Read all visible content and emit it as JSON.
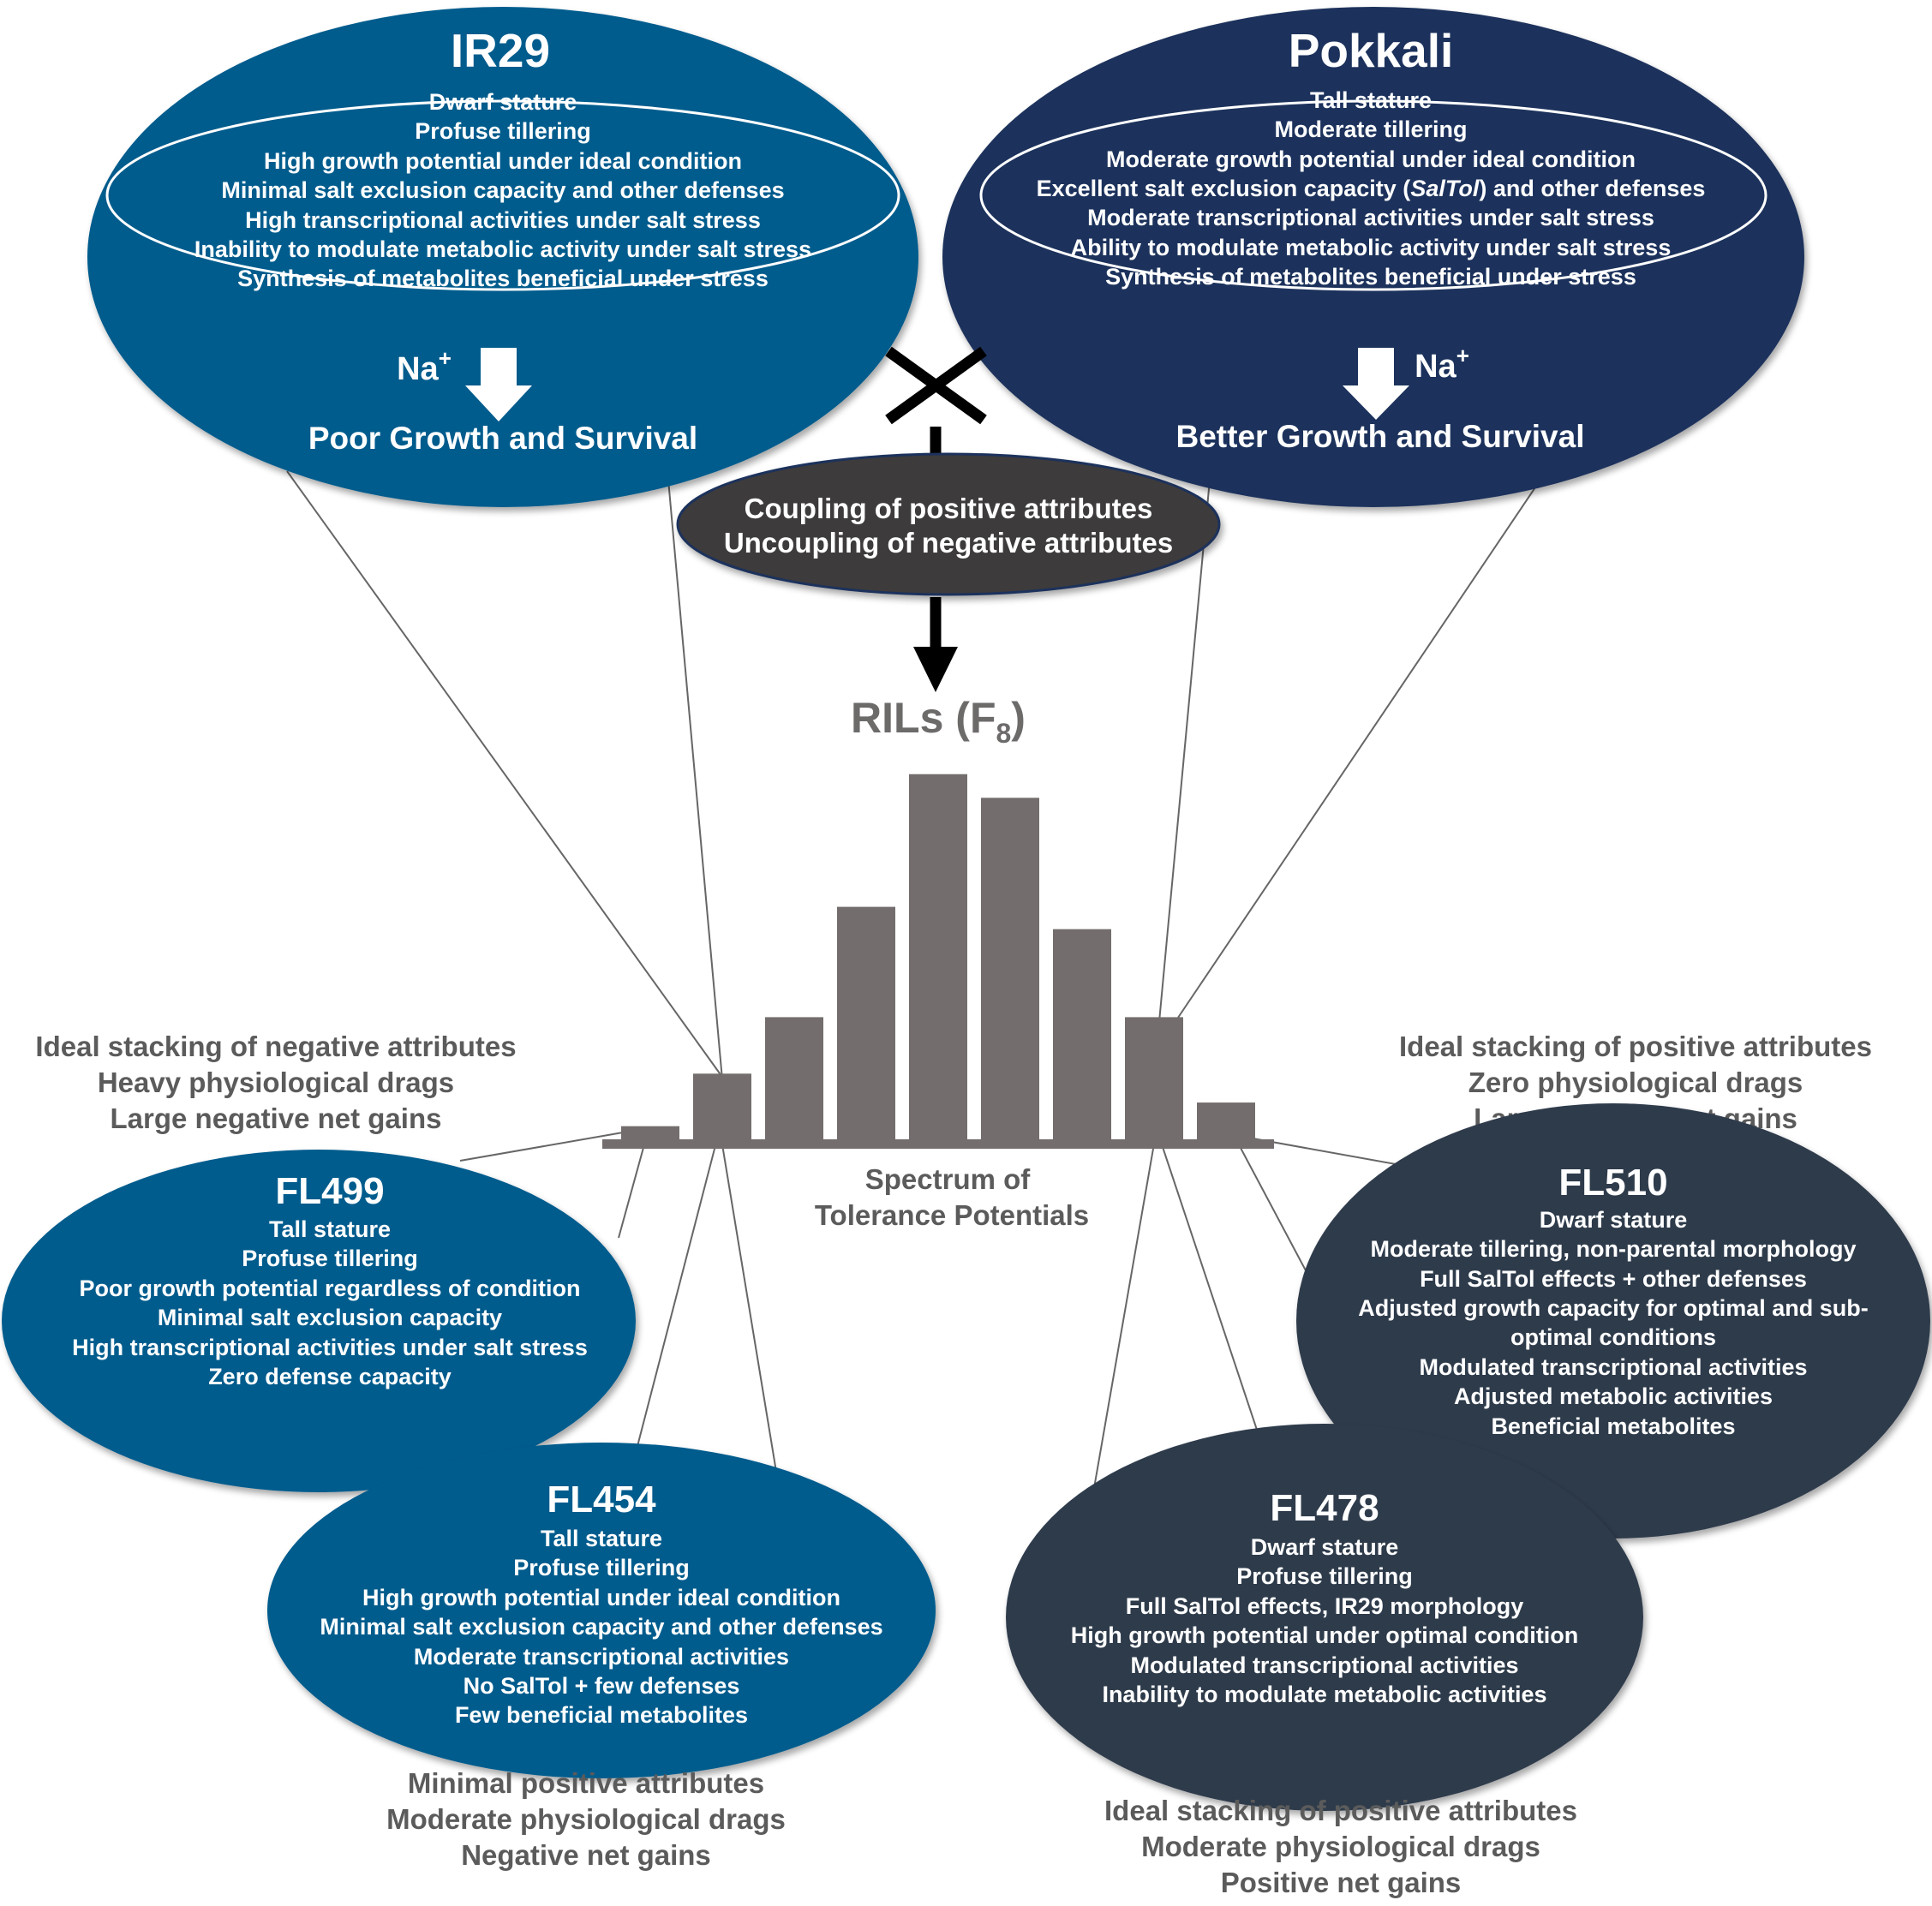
{
  "colors": {
    "ir29_blue": "#045b8d",
    "pokkali_navy": "#1f325c",
    "dark_slate": "#2f3a4c",
    "coupling_dark": "#3e3b3b",
    "bar_grey": "#736d6d",
    "note_grey": "#5b5b5b",
    "connector_grey": "#666666"
  },
  "ir29": {
    "title": "IR29",
    "traits": [
      "Dwarf stature",
      "Profuse tillering",
      "High growth potential under ideal condition",
      "Minimal salt exclusion capacity and other defenses",
      "High transcriptional activities under salt stress",
      "Inability  to modulate metabolic activity under salt stress",
      "Synthesis of metabolites beneficial under stress"
    ],
    "ion": "Na",
    "ion_charge": "+",
    "outcome": "Poor Growth and Survival"
  },
  "pokkali": {
    "title": "Pokkali",
    "traits": [
      "Tall stature",
      "Moderate tillering",
      "Moderate growth potential under ideal condition",
      "Excellent salt exclusion capacity (SalTol) and other defenses",
      "Moderate transcriptional activities under salt stress",
      "Ability  to modulate metabolic activity under salt stress",
      "Synthesis of metabolites beneficial under stress"
    ],
    "trait4_parts": [
      "Excellent salt exclusion capacity (",
      "SalTol",
      ") and other defenses"
    ],
    "ion": "Na",
    "ion_charge": "+",
    "outcome": "Better Growth and Survival"
  },
  "cross_symbol": "×",
  "coupling": {
    "line1": "Coupling of positive attributes",
    "line2": "Uncoupling of negative attributes"
  },
  "rils": {
    "label": "RILs (F",
    "subscript": "8",
    "label_end": ")"
  },
  "chart_data": {
    "type": "bar",
    "title": "",
    "xlabel": "Spectrum of Tolerance Potentials",
    "ylabel": "",
    "values": [
      1,
      5,
      9.3,
      17.7,
      27.8,
      26,
      16,
      9.3,
      2.8
    ],
    "ylim": [
      0,
      28.5
    ],
    "grid": false
  },
  "spectrum_label": [
    "Spectrum of",
    "Tolerance Potentials"
  ],
  "left_notes": [
    "Ideal stacking of negative attributes",
    "Heavy physiological drags",
    "Large negative net gains"
  ],
  "right_notes": [
    "Ideal stacking of positive attributes",
    "Zero physiological drags",
    "Large positive net gains"
  ],
  "fl454_notes": [
    "Minimal positive attributes",
    "Moderate physiological drags",
    "Negative net gains"
  ],
  "fl478_notes": [
    "Ideal stacking of positive attributes",
    "Moderate physiological drags",
    "Positive net gains"
  ],
  "fl499": {
    "title": "FL499",
    "traits": [
      "Tall stature",
      "Profuse tillering",
      "Poor growth potential regardless of condition",
      "Minimal salt exclusion capacity",
      "High transcriptional activities under salt stress",
      "Zero defense capacity"
    ]
  },
  "fl454": {
    "title": "FL454",
    "traits": [
      "Tall stature",
      "Profuse tillering",
      "High growth potential under ideal condition",
      "Minimal salt exclusion capacity and other defenses",
      "Moderate transcriptional activities",
      "No SalTol + few defenses",
      "Few beneficial metabolites"
    ]
  },
  "fl510": {
    "title": "FL510",
    "traits": [
      "Dwarf stature",
      "Moderate tillering,  non-parental morphology",
      "Full SalTol effects + other defenses",
      "Adjusted growth capacity for optimal and sub-",
      "optimal conditions",
      "Modulated transcriptional activities",
      "Adjusted metabolic activities",
      "Beneficial metabolites"
    ]
  },
  "fl478": {
    "title": "FL478",
    "traits": [
      "Dwarf stature",
      "Profuse tillering",
      "Full SalTol effects, IR29 morphology",
      "High growth potential under optimal condition",
      "Modulated transcriptional activities",
      "Inability  to modulate metabolic activities"
    ]
  }
}
